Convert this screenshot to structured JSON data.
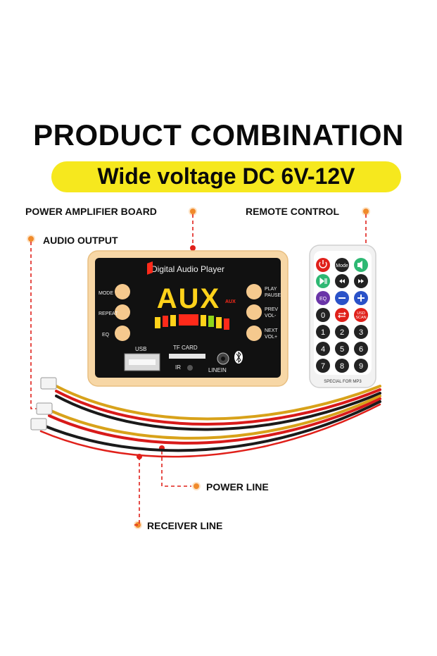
{
  "heading": "PRODUCT COMBINATION",
  "subheading": "Wide voltage DC 6V-12V",
  "callouts": {
    "power_amplifier_board": "POWER AMPLIFIER BOARD",
    "remote_control": "REMOTE CONTROL",
    "audio_output": "AUDIO OUTPUT",
    "power_line": "POWER LINE",
    "receiver_line": "RECEIVER LINE"
  },
  "board": {
    "title": "Digital Audio Player",
    "display": "AUX",
    "display_tag": "AUX",
    "left_buttons": [
      "MODE",
      "REPEAT",
      "EQ"
    ],
    "right_buttons": [
      [
        "PLAY",
        "PAUSE"
      ],
      [
        "PREV",
        "VOL-"
      ],
      [
        "NEXT",
        "VOL+"
      ]
    ],
    "usb": "USB",
    "tf_card": "TF CARD",
    "ir": "IR",
    "linein": "LINEIN"
  },
  "remote": {
    "mode_key": "Mode",
    "usd_key": [
      "USD",
      "SCAN"
    ],
    "zero_key": "0",
    "eq_key": "EQ",
    "digits": [
      "1",
      "2",
      "3",
      "4",
      "5",
      "6",
      "7",
      "8",
      "9"
    ],
    "footer": "SPECIAL FOR MP3"
  },
  "colors": {
    "accent_orange": "#f08a2a",
    "pill_yellow": "#f6e81e",
    "board_beige": "#f7d7a6",
    "display_yellow": "#ffd21a",
    "display_red": "#ff2a1a",
    "wire_yellow": "#d8a21a",
    "wire_red": "#d81a1a",
    "wire_black": "#1a1a1a"
  }
}
